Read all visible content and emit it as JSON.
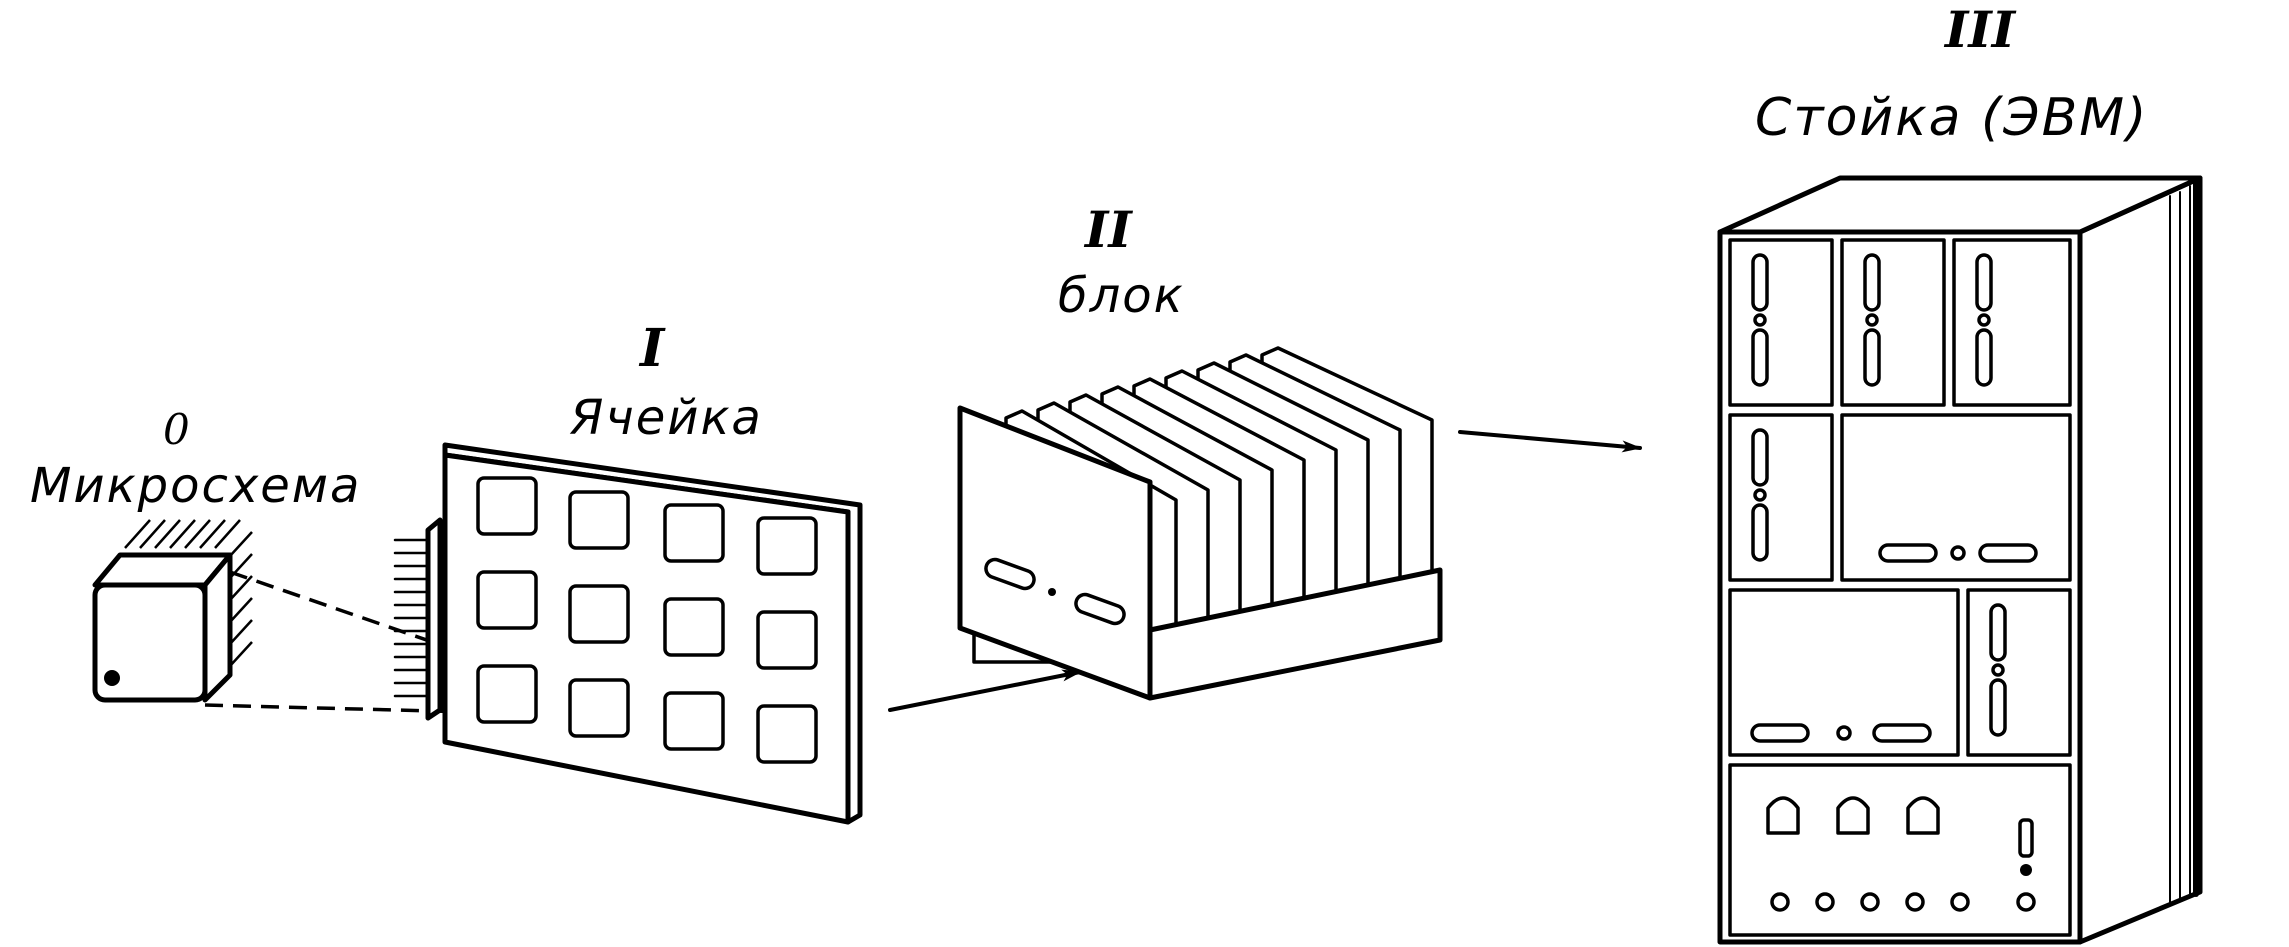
{
  "stages": [
    {
      "id": "0",
      "numeral": "0",
      "label": "Микросхема"
    },
    {
      "id": "I",
      "numeral": "I",
      "label": "Ячейка"
    },
    {
      "id": "II",
      "numeral": "II",
      "label": "блок"
    },
    {
      "id": "III",
      "numeral": "III",
      "label": "Стойка (ЭВМ)"
    }
  ]
}
